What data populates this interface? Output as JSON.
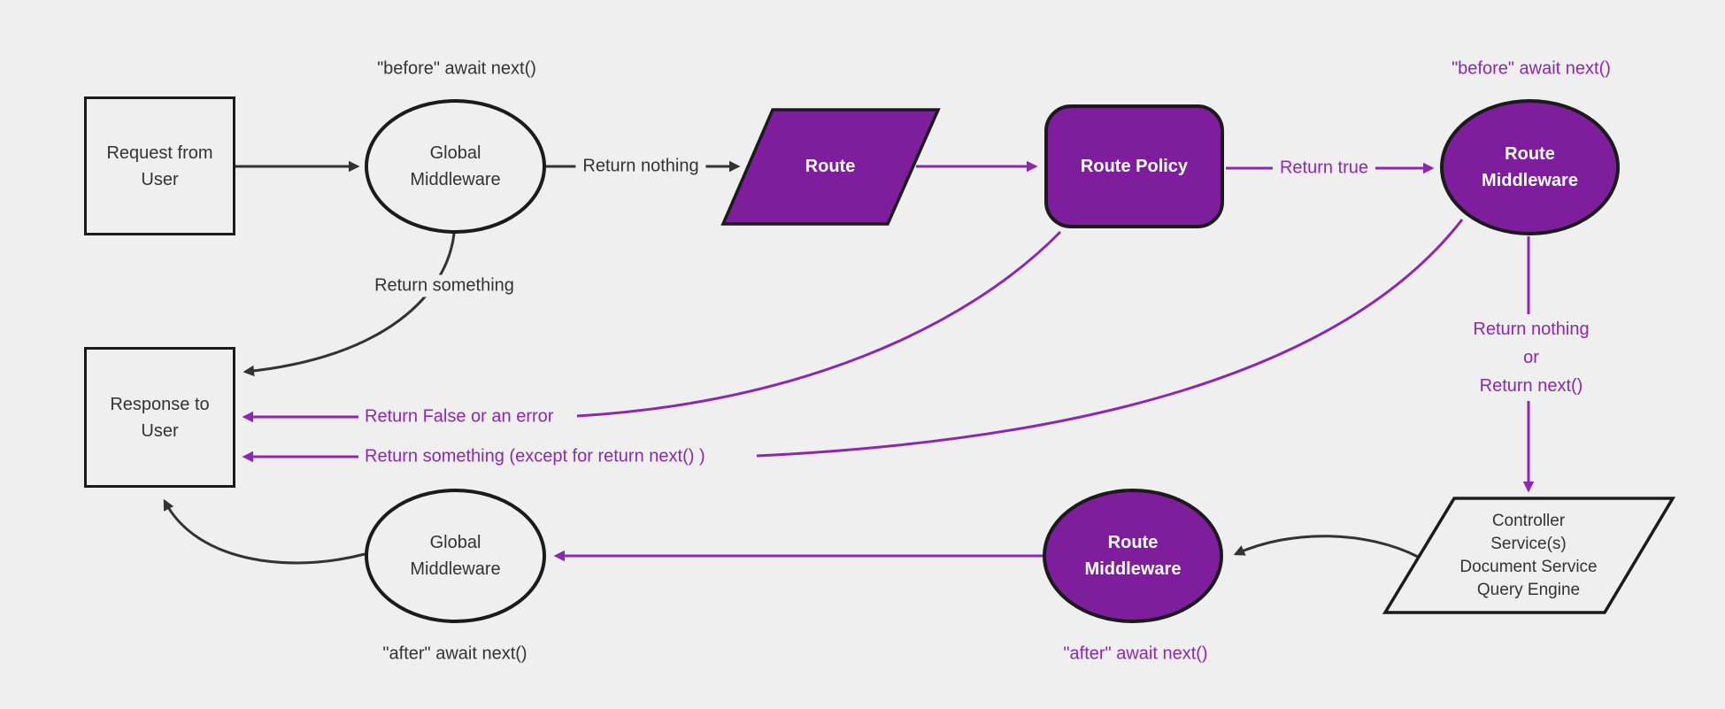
{
  "diagram": {
    "background": "#efefef",
    "colors": {
      "node_fill_purple": "#7e1e9c",
      "edge_purple": "#8c28b0",
      "edge_black": "#333333",
      "shape_border": "#1b1b1b",
      "node_fill_light": "#efefef",
      "text_on_purple": "#ffffff"
    },
    "nodes": {
      "request_from_user": {
        "label": "Request from User",
        "shape": "rectangle"
      },
      "global_middleware_top": {
        "label": "Global Middleware",
        "shape": "ellipse"
      },
      "route": {
        "label": "Route",
        "shape": "parallelogram"
      },
      "route_policy": {
        "label": "Route Policy",
        "shape": "rounded-rectangle"
      },
      "route_middleware_top": {
        "label": "Route Middleware",
        "shape": "ellipse"
      },
      "controller": {
        "line1": "Controller",
        "line2": "Service(s)",
        "line3": "Document Service",
        "line4": "Query Engine",
        "shape": "parallelogram"
      },
      "route_middleware_bottom": {
        "label": "Route Middleware",
        "shape": "ellipse"
      },
      "global_middleware_bottom": {
        "label": "Global Middleware",
        "shape": "ellipse"
      },
      "response_to_user": {
        "label": "Response to User",
        "shape": "rectangle"
      }
    },
    "edge_labels": {
      "before_await_next_top": "\"before\" await next()",
      "return_nothing": "Return nothing",
      "return_true": "Return true",
      "before_await_next_right": "\"before\" await next()",
      "return_nothing_or_1": "Return nothing",
      "return_nothing_or_2": "or",
      "return_nothing_or_3": "Return next()",
      "return_false_or_error": "Return False or an error",
      "return_something_except": "Return something (except for return next() )",
      "return_something": "Return something",
      "after_await_next_purple": "\"after\" await next()",
      "after_await_next_black": "\"after\" await next()"
    }
  }
}
